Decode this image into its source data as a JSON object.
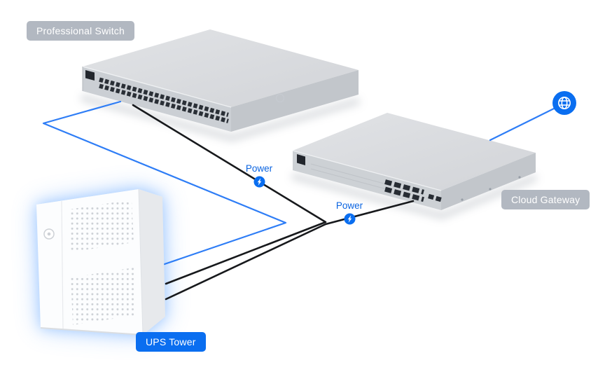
{
  "diagram": {
    "devices": [
      {
        "id": "professional-switch",
        "label": "Professional Switch"
      },
      {
        "id": "cloud-gateway",
        "label": "Cloud Gateway"
      },
      {
        "id": "ups-tower",
        "label": "UPS Tower"
      }
    ],
    "power_nodes": [
      "Power",
      "Power"
    ],
    "icons": {
      "internet": "globe-icon",
      "power": "power-bolt-icon"
    },
    "colors": {
      "accent_blue": "#0a6ef0",
      "badge_gray": "#b2b8c1",
      "badge_blue": "#0a6ef0",
      "line_black": "#17191c",
      "line_blue": "#2e7df6",
      "glow_blue": "#5e9ffc",
      "device_gray_top": "#d9dbde",
      "device_gray_front": "#cbcfd4",
      "device_gray_side": "#c2c6cb",
      "ups_white": "#fcfdfe"
    }
  }
}
